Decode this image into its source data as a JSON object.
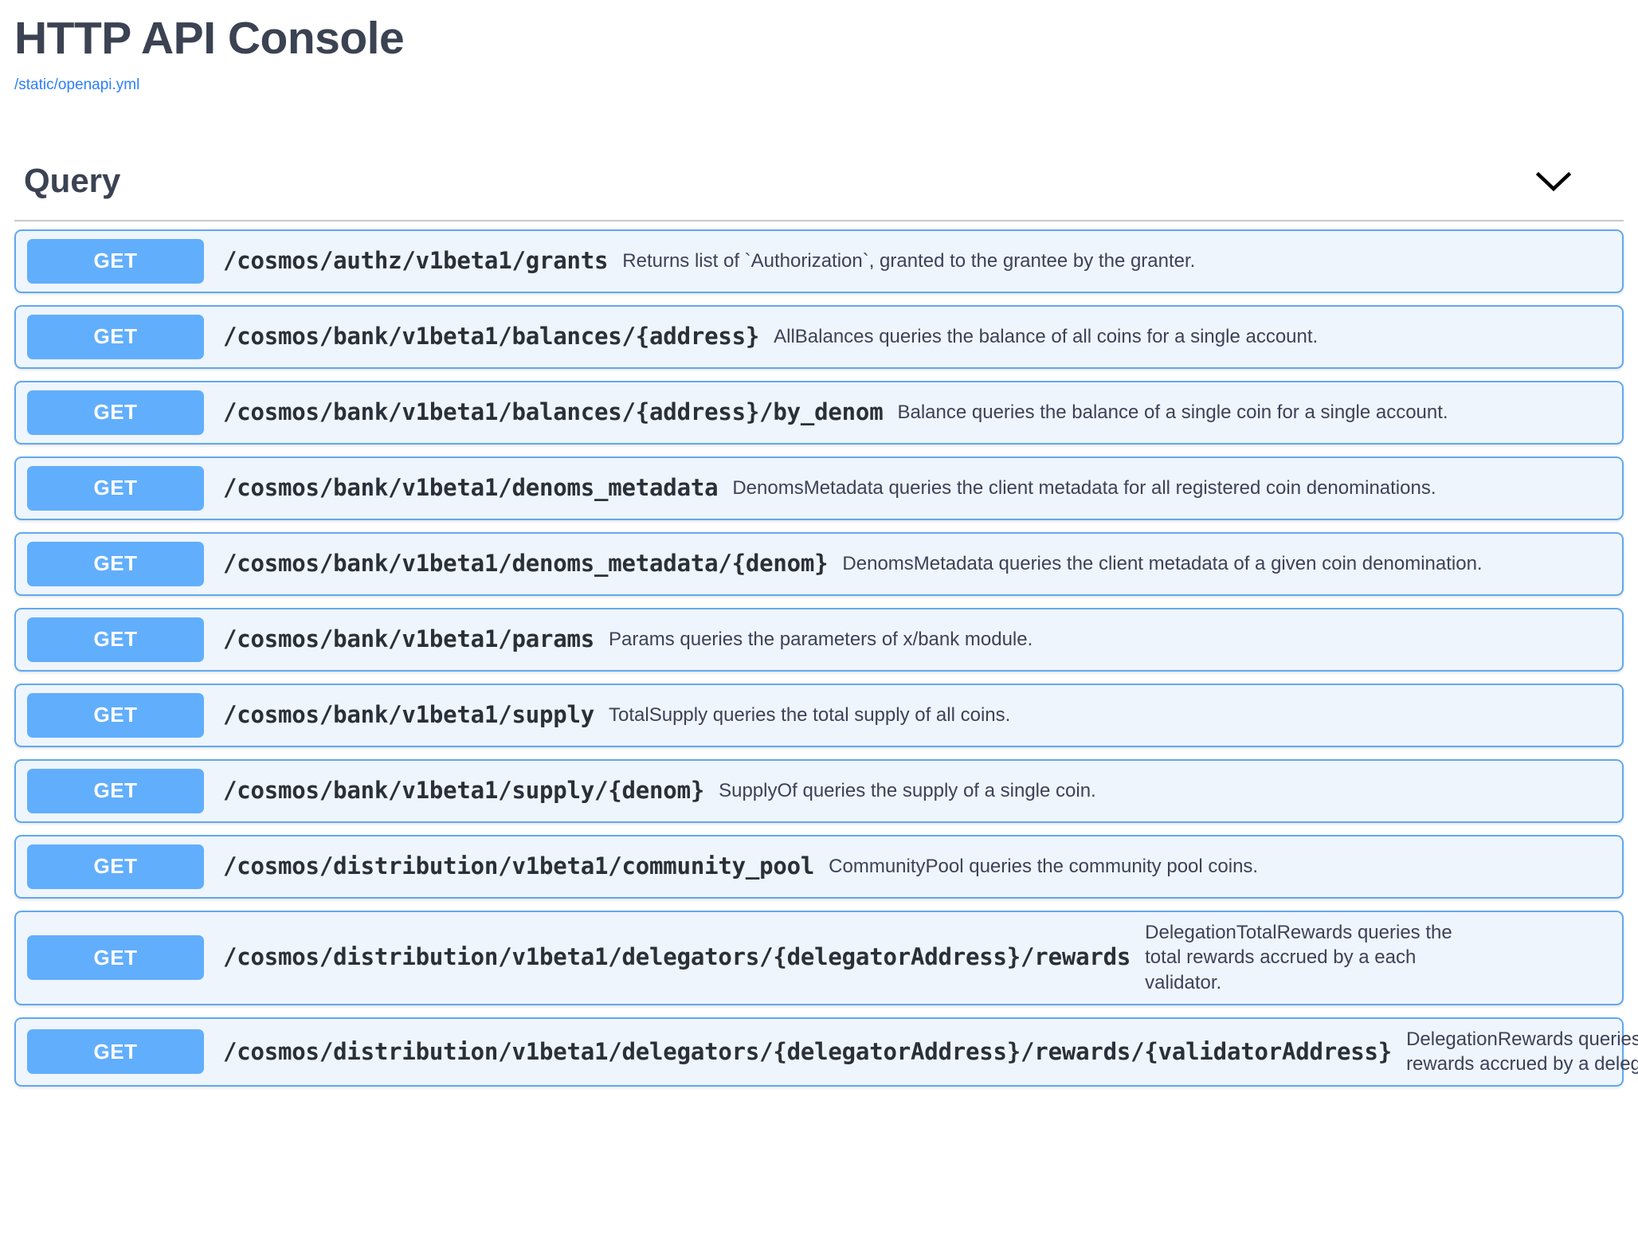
{
  "header": {
    "title": "HTTP API Console",
    "spec_link": "/static/openapi.yml"
  },
  "section": {
    "title": "Query",
    "chevron_icon": "chevron-down-icon"
  },
  "colors": {
    "method_badge_bg": "#61aefd",
    "card_bg": "#eef5fd",
    "card_border": "#61a8f0",
    "link": "#2d7ff9",
    "heading": "#3b4252"
  },
  "endpoints": [
    {
      "method": "GET",
      "path": "/cosmos/authz/v1beta1/grants",
      "description": "Returns list of `Authorization`, granted to the grantee by the granter.",
      "wrap": false
    },
    {
      "method": "GET",
      "path": "/cosmos/bank/v1beta1/balances/{address}",
      "description": "AllBalances queries the balance of all coins for a single account.",
      "wrap": false
    },
    {
      "method": "GET",
      "path": "/cosmos/bank/v1beta1/balances/{address}/by_denom",
      "description": "Balance queries the balance of a single coin for a single account.",
      "wrap": false
    },
    {
      "method": "GET",
      "path": "/cosmos/bank/v1beta1/denoms_metadata",
      "description": "DenomsMetadata queries the client metadata for all registered coin denominations.",
      "wrap": false
    },
    {
      "method": "GET",
      "path": "/cosmos/bank/v1beta1/denoms_metadata/{denom}",
      "description": "DenomsMetadata queries the client metadata of a given coin denomination.",
      "wrap": false
    },
    {
      "method": "GET",
      "path": "/cosmos/bank/v1beta1/params",
      "description": "Params queries the parameters of x/bank module.",
      "wrap": false
    },
    {
      "method": "GET",
      "path": "/cosmos/bank/v1beta1/supply",
      "description": "TotalSupply queries the total supply of all coins.",
      "wrap": false
    },
    {
      "method": "GET",
      "path": "/cosmos/bank/v1beta1/supply/{denom}",
      "description": "SupplyOf queries the supply of a single coin.",
      "wrap": false
    },
    {
      "method": "GET",
      "path": "/cosmos/distribution/v1beta1/community_pool",
      "description": "CommunityPool queries the community pool coins.",
      "wrap": false
    },
    {
      "method": "GET",
      "path": "/cosmos/distribution/v1beta1/delegators/{delegatorAddress}/rewards",
      "description": "DelegationTotalRewards queries the total rewards accrued by a each validator.",
      "wrap": true
    },
    {
      "method": "GET",
      "path": "/cosmos/distribution/v1beta1/delegators/{delegatorAddress}/rewards/{validatorAddress}",
      "description": "DelegationRewards queries the total rewards accrued by a delegation.",
      "wrap": true
    }
  ]
}
